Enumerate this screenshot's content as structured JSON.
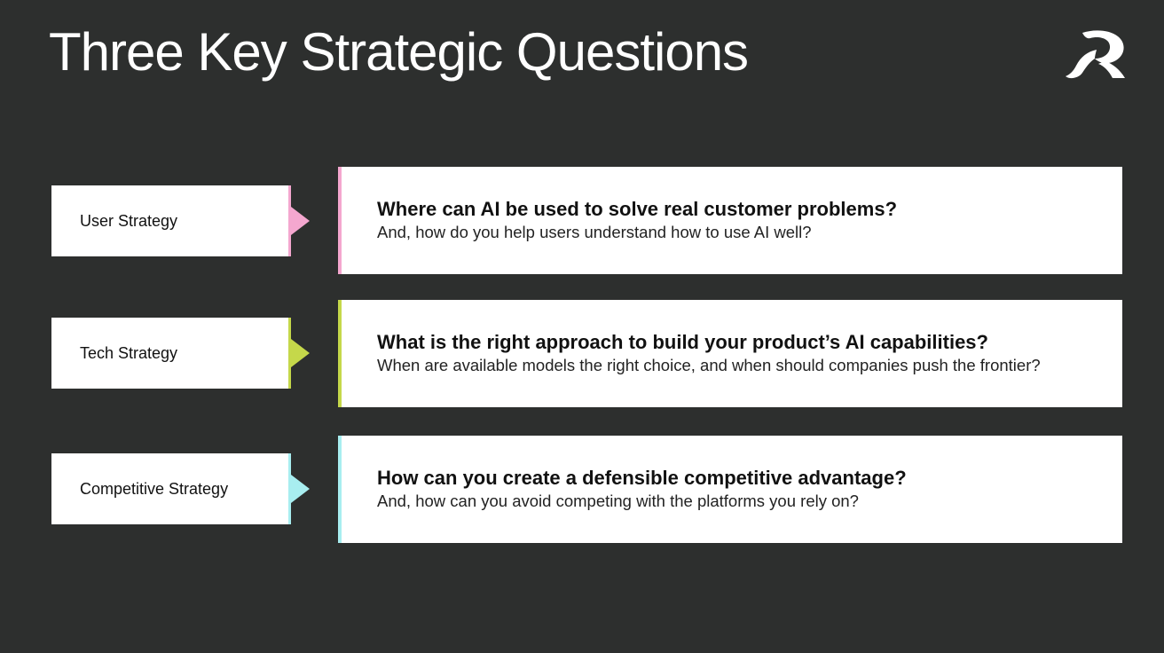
{
  "slide": {
    "title": "Three Key Strategic Questions"
  },
  "logo": {
    "icon": "brand-logo-icon",
    "color": "#ffffff"
  },
  "rows": [
    {
      "label": "User Strategy",
      "question": "Where can AI be used to solve real customer problems?",
      "subtext": "And, how do you help users understand how to use AI well?",
      "accent": "#f4a7cf"
    },
    {
      "label": "Tech Strategy",
      "question": "What is the right approach to build your product’s AI capabilities?",
      "subtext": "When are available models the right choice, and when should companies push the frontier?",
      "accent": "#c5d84a"
    },
    {
      "label": "Competitive Strategy",
      "question": "How can you create a defensible competitive advantage?",
      "subtext": "And, how can you avoid competing with the platforms you rely on?",
      "accent": "#a8eef0"
    }
  ]
}
